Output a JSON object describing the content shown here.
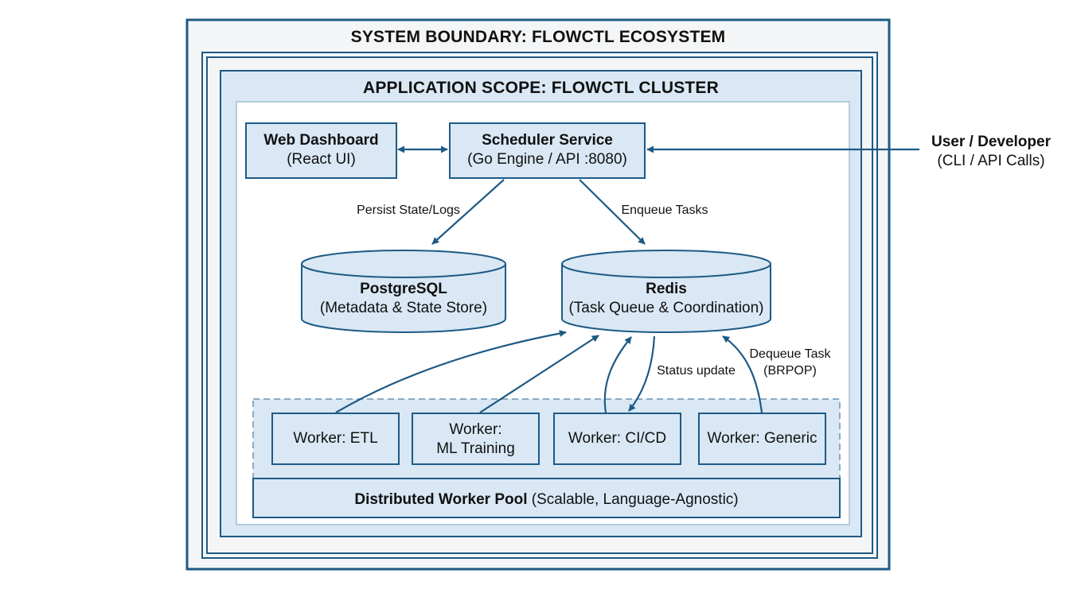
{
  "system_boundary": {
    "title": "SYSTEM BOUNDARY: FLOWCTL ECOSYSTEM"
  },
  "application_scope": {
    "title": "APPLICATION SCOPE: FLOWCTL CLUSTER"
  },
  "web_dashboard": {
    "title": "Web Dashboard",
    "subtitle": "(React UI)"
  },
  "scheduler": {
    "title": "Scheduler Service",
    "subtitle": "(Go Engine / API :8080)"
  },
  "user": {
    "title": "User / Developer",
    "subtitle": "(CLI / API Calls)"
  },
  "postgres": {
    "title": "PostgreSQL",
    "subtitle": "(Metadata & State Store)"
  },
  "redis": {
    "title": "Redis",
    "subtitle": "(Task Queue & Coordination)"
  },
  "edges": {
    "persist": "Persist State/Logs",
    "enqueue": "Enqueue Tasks",
    "status": "Status update",
    "dequeue_1": "Dequeue Task",
    "dequeue_2": "(BRPOP)"
  },
  "workers": {
    "etl": "Worker: ETL",
    "ml_1": "Worker:",
    "ml_2": "ML Training",
    "cicd": "Worker: CI/CD",
    "generic": "Worker: Generic"
  },
  "worker_pool": {
    "title": "Distributed Worker Pool",
    "subtitle": "(Scalable, Language-Agnostic)"
  },
  "colors": {
    "stroke": "#1d5a86",
    "fill": "#d9e8f4",
    "outer_bg": "#f4f5f6"
  }
}
